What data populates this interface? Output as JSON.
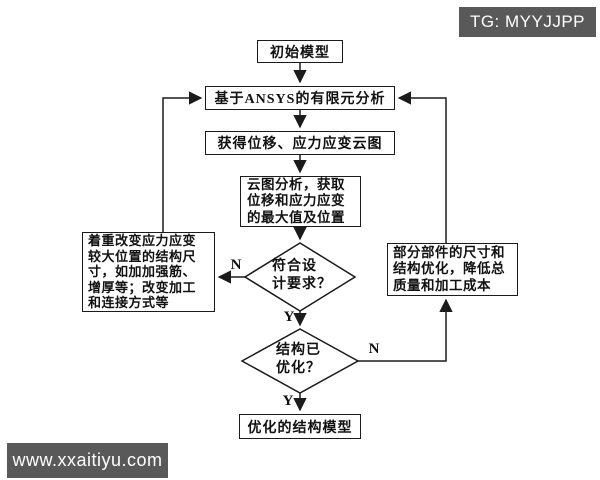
{
  "watermarks": {
    "tg": "TG: MYYJJPP",
    "site": "www.xxaitiyu.com"
  },
  "colors": {
    "line": "#1b1b1b",
    "watermark_bg": "#595959",
    "watermark_text": "#ffffff",
    "background": "#ffffff"
  },
  "nodes": {
    "start": "初始模型",
    "fea": "基于ANSYS的有限元分析",
    "contour": "获得位移、应力应变云图",
    "analyze": {
      "line1": "云图分析，获取",
      "line2": "位移和应力应变",
      "line3": "的最大值及位置"
    },
    "decision_design": {
      "line1": "符合设",
      "line2": "计要求？"
    },
    "modify": {
      "line1": "着重改变应力应变",
      "line2": "较大位置的结构尺",
      "line3": "寸，如加加强筋、",
      "line4": "增厚等；改变加工",
      "line5": "和连接方式等"
    },
    "optimize": {
      "line1": "部分部件的尺寸和",
      "line2": "结构优化，降低总",
      "line3": "质量和加工成本"
    },
    "decision_optimized": {
      "line1": "结构已",
      "line2": "优化？"
    },
    "end": "优化的结构模型"
  },
  "branch_labels": {
    "design_no": "N",
    "design_yes": "Y",
    "optimized_no": "N",
    "optimized_yes": "Y"
  }
}
